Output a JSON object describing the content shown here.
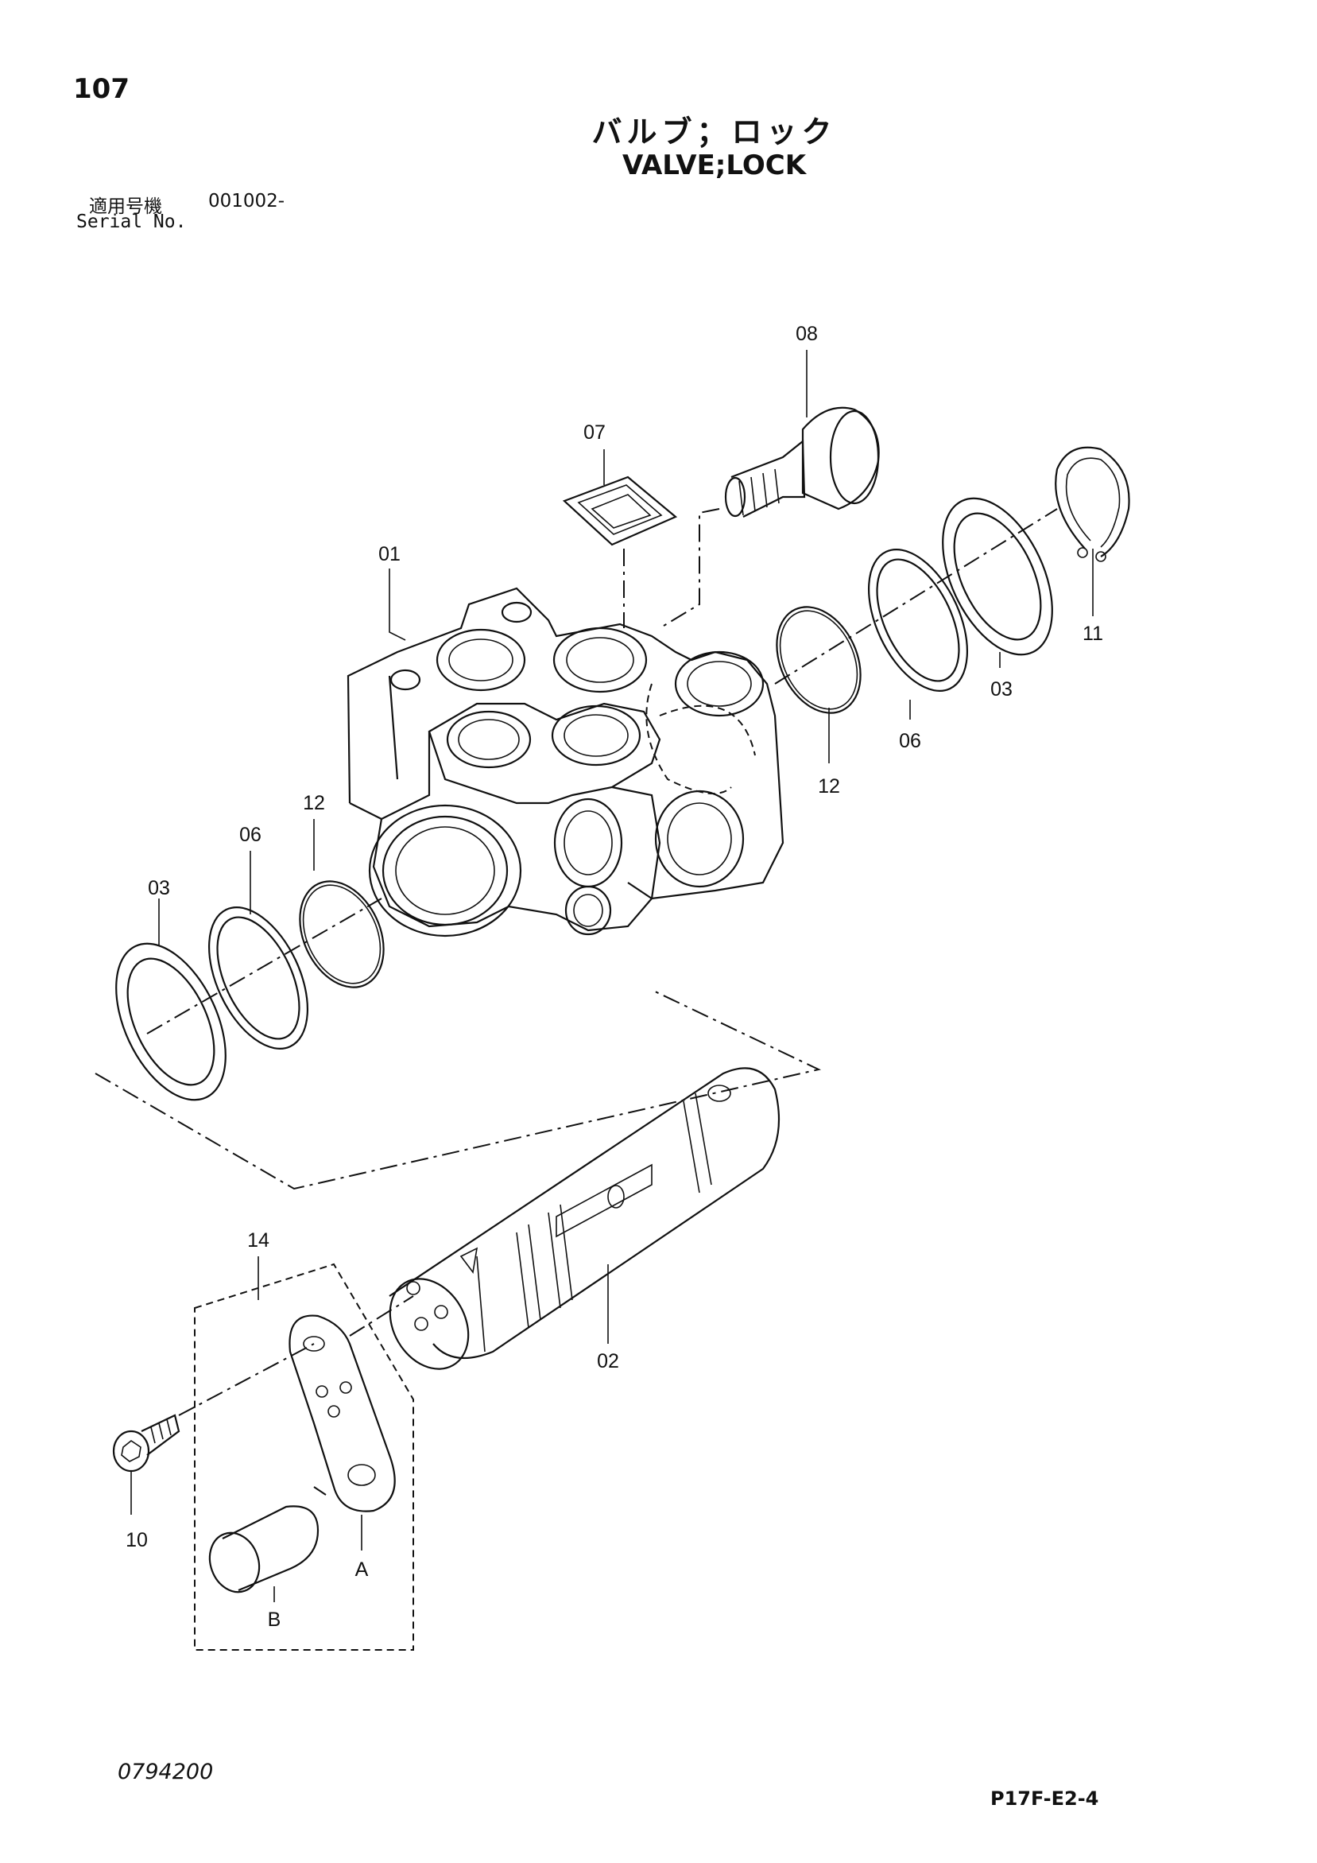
{
  "header": {
    "page_number": "107",
    "title_ja": "バルブ；ロック",
    "title_en": "VALVE;LOCK",
    "serial_label_ja": "適用号機",
    "serial_range": "001002-",
    "serial_label_en": "Serial No."
  },
  "callouts": {
    "c01": "01",
    "c02": "02",
    "c03_left": "03",
    "c03_right": "03",
    "c06_left": "06",
    "c06_right": "06",
    "c07": "07",
    "c08": "08",
    "c10": "10",
    "c11": "11",
    "c12_left": "12",
    "c12_right": "12",
    "c14": "14",
    "cA": "A",
    "cB": "B"
  },
  "footer": {
    "drawing_code": "0794200",
    "page_code": "P17F-E2-4"
  }
}
